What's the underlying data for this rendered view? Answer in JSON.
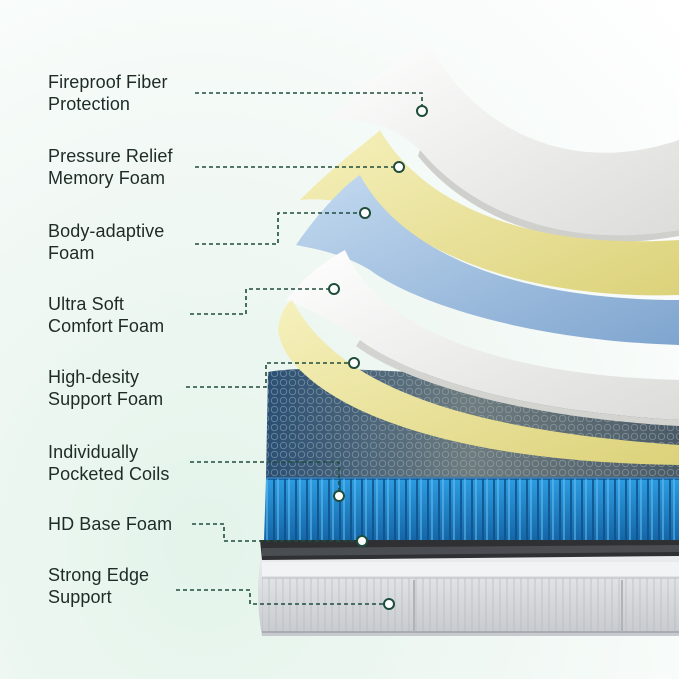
{
  "colors": {
    "leader_line": "#1f4d3c",
    "dot_fill": "#ffffff",
    "fiber_layer": "#f3f3f1",
    "memory_foam": "#ece6a0",
    "adaptive_foam": "#a8c6e4",
    "comfort_foam": "#f4f4f2",
    "support_foam": "#eee7a2",
    "coils": "#1f88c8",
    "base_foam": "#2e3033",
    "edge_support": "#d7d9dc"
  },
  "layers": [
    {
      "line1": "Fireproof Fiber",
      "line2": "Protection",
      "name": "fireproof-fiber-protection"
    },
    {
      "line1": "Pressure Relief",
      "line2": "Memory Foam",
      "name": "pressure-relief-memory-foam"
    },
    {
      "line1": "Body-adaptive",
      "line2": "Foam",
      "name": "body-adaptive-foam"
    },
    {
      "line1": "Ultra Soft",
      "line2": "Comfort Foam",
      "name": "ultra-soft-comfort-foam"
    },
    {
      "line1": "High-desity",
      "line2": "Support Foam",
      "name": "high-density-support-foam"
    },
    {
      "line1": "Individually",
      "line2": "Pocketed Coils",
      "name": "individually-pocketed-coils"
    },
    {
      "line1": "HD Base Foam",
      "line2": "",
      "name": "hd-base-foam"
    },
    {
      "line1": "Strong Edge",
      "line2": "Support",
      "name": "strong-edge-support"
    }
  ]
}
